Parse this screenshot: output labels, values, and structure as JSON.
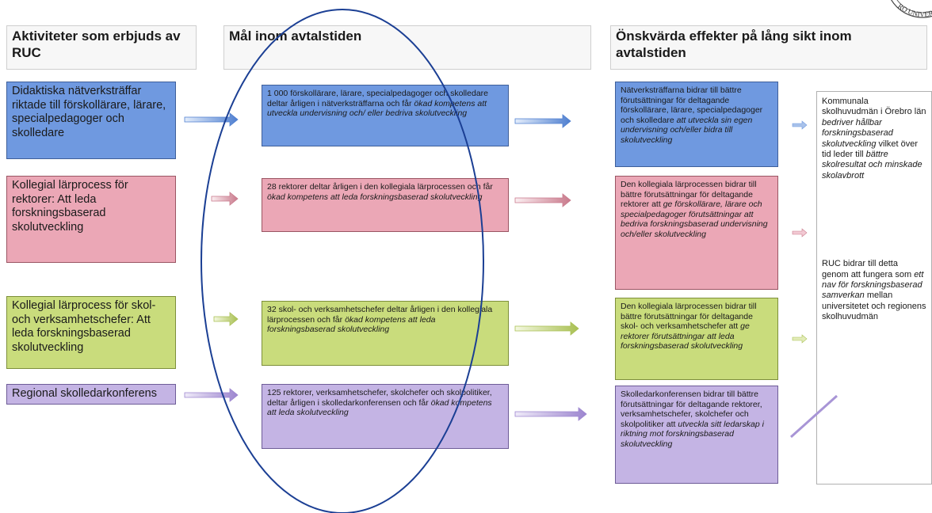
{
  "headers": {
    "activities": "Aktiviteter som erbjuds av RUC",
    "goals": "Mål inom avtalstiden",
    "effects": "Önskvärda effekter på lång sikt inom avtalstiden"
  },
  "logo_text": "RO UNIVER",
  "rows": [
    {
      "color": "#6f99e0",
      "activity": "Didaktiska nätverksträffar riktade till förskollärare, lärare, specialpedagoger och skolledare",
      "goal": [
        {
          "t": "1 000 förskollärare, lärare, specialpedagoger och skolledare deltar årligen i nätverksträffarna och får ",
          "i": false
        },
        {
          "t": "ökad kompetens att utveckla undervisning och/ eller bedriva skolutveckling",
          "i": true
        }
      ],
      "effect": [
        {
          "t": "Nätverksträffarna bidrar till bättre förutsättningar för deltagande förskollärare, lärare, specialpedagoger och skolledare ",
          "i": false
        },
        {
          "t": "att utveckla sin egen undervisning och/eller bidra till skolutveckling",
          "i": true
        }
      ]
    },
    {
      "color": "#eba7b6",
      "activity": "Kollegial lärprocess för rektorer: Att leda forskningsbaserad skolutveckling",
      "goal": [
        {
          "t": "28 rektorer deltar årligen i den kollegiala lärprocessen och får ",
          "i": false
        },
        {
          "t": "ökad kompetens att leda forskningsbaserad skolutveckling",
          "i": true
        }
      ],
      "effect": [
        {
          "t": "Den kollegiala lärprocessen bidrar till bättre förutsättningar för deltagande rektorer att ",
          "i": false
        },
        {
          "t": "ge förskollärare, lärare och specialpedagoger förutsättningar att bedriva forskningsbaserad undervisning och/eller skolutveckling",
          "i": true
        }
      ]
    },
    {
      "color": "#c9dc7c",
      "activity": "Kollegial lärprocess för skol- och verksamhetschefer: Att leda forskningsbaserad skolutveckling",
      "goal": [
        {
          "t": "32 skol- och verksamhetschefer deltar årligen i den kollegiala lärprocessen och får ",
          "i": false
        },
        {
          "t": "ökad kompetens att leda forskningsbaserad skolutveckling",
          "i": true
        }
      ],
      "effect": [
        {
          "t": "Den kollegiala lärprocessen bidrar till bättre förutsättningar för deltagande skol- och verksamhetschefer att ",
          "i": false
        },
        {
          "t": "ge rektorer förutsättningar att leda forskningsbaserad skolutveckling",
          "i": true
        }
      ]
    },
    {
      "color": "#c4b4e4",
      "activity": "Regional skolledarkonferens",
      "goal": [
        {
          "t": "125 rektorer, verksamhetschefer, skolchefer och skolpolitiker, deltar årligen i skolledarkonferensen och får ",
          "i": false
        },
        {
          "t": "ökad kompetens att leda skolutveckling",
          "i": true
        }
      ],
      "effect": [
        {
          "t": "Skolledarkonferensen bidrar till bättre förutsättningar för deltagande rektorer, verksamhetschefer, skolchefer och skolpolitiker att ",
          "i": false
        },
        {
          "t": "utveckla sitt ledarskap i riktning mot forskningsbaserad skolutveckling",
          "i": true
        }
      ]
    }
  ],
  "outcome": {
    "part1": [
      {
        "t": "Kommunala skolhuvudmän i Örebro län ",
        "i": false
      },
      {
        "t": "bedriver hållbar forskningsbaserad skolutveckling",
        "i": true
      },
      {
        "t": " vilket över tid leder till ",
        "i": false
      },
      {
        "t": "bättre skolresultat och minskade skolavbrott",
        "i": true
      }
    ],
    "part2": [
      {
        "t": "RUC bidrar till detta genom att fungera som ",
        "i": false
      },
      {
        "t": "ett nav för forskningsbaserad samverkan",
        "i": true
      },
      {
        "t": " mellan universitetet och regionens skolhuvudmän",
        "i": false
      }
    ]
  }
}
